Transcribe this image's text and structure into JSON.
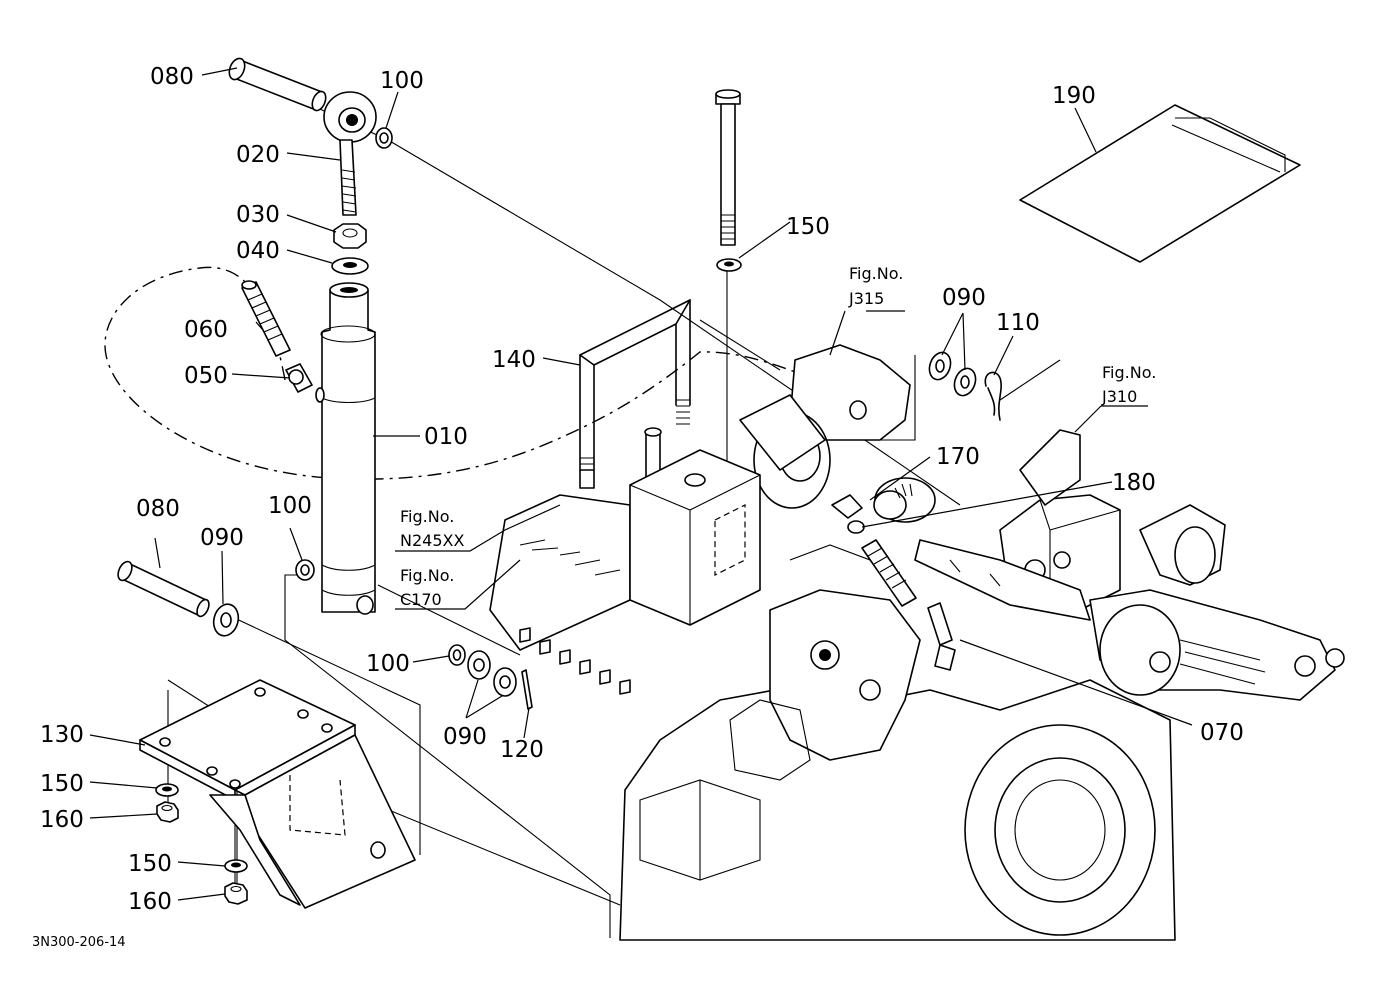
{
  "part_labels": {
    "p010": "010",
    "p020": "020",
    "p030": "030",
    "p040": "040",
    "p050": "050",
    "p060": "060",
    "p070": "070",
    "p080a": "080",
    "p080b": "080",
    "p090a": "090",
    "p090b": "090",
    "p090c": "090",
    "p100a": "100",
    "p100b": "100",
    "p100c": "100",
    "p110": "110",
    "p120": "120",
    "p130": "130",
    "p140": "140",
    "p150a": "150",
    "p150b": "150",
    "p150c": "150",
    "p160a": "160",
    "p160b": "160",
    "p170": "170",
    "p180": "180",
    "p190": "190"
  },
  "fig_refs": {
    "j315": {
      "title": "Fig.No.",
      "code": "J315"
    },
    "j310": {
      "title": "Fig.No.",
      "code": "J310"
    },
    "n245": {
      "title": "Fig.No.",
      "code": "N245XX"
    },
    "c170": {
      "title": "Fig.No.",
      "code": "C170"
    }
  },
  "drawing_code": "3N300-206-14"
}
